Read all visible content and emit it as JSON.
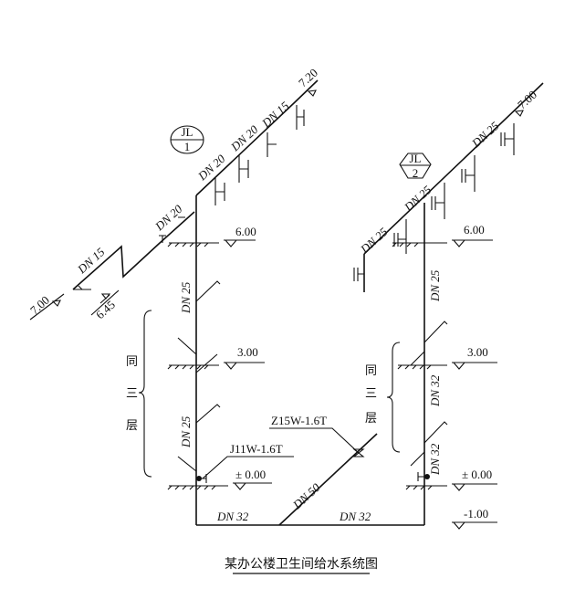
{
  "title": "某办公楼卫生间给水系统图",
  "jl1": {
    "tag_top": "JL",
    "tag_bottom": "1",
    "labels": {
      "riser_upper": "DN 25",
      "riser_lower": "DN 25",
      "branch_a": "DN 20",
      "branch_b": "DN 20",
      "branch_c": "DN 15",
      "branch_main": "DN 20",
      "branch_left": "DN 15"
    },
    "elevations": {
      "top": "7.20",
      "left": "7.00",
      "low": "6.45"
    }
  },
  "jl2": {
    "tag_top": "JL",
    "tag_bottom": "2",
    "labels": {
      "branch_left": "DN 25",
      "branch_mid": "DN 25",
      "branch_right": "DN 25",
      "riser_upper": "DN 25",
      "riser_mid": "DN 32",
      "riser_lower": "DN 32"
    },
    "elevations": {
      "top": "7.00"
    }
  },
  "floors": {
    "f6": "6.00",
    "f3": "3.00",
    "f0": "± 0.00",
    "base": "-1.00"
  },
  "note": {
    "l1": "同",
    "l2": "三",
    "l3": "层"
  },
  "valves": {
    "gate": "J11W-1.6T",
    "check": "Z15W-1.6T"
  },
  "bottom": {
    "left": "DN 32",
    "right": "DN 32",
    "diag": "DN 50"
  }
}
